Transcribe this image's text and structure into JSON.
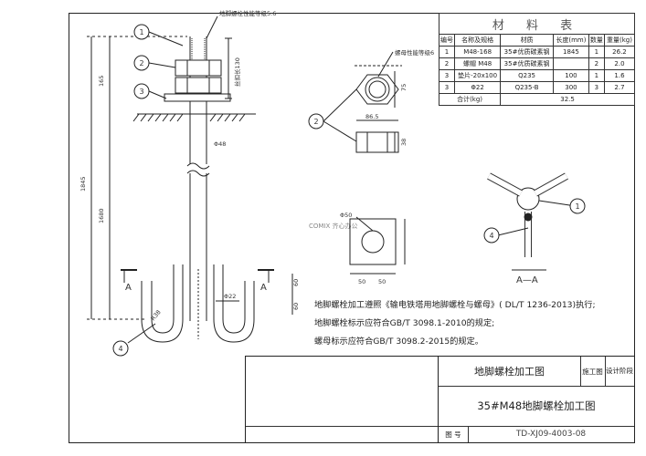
{
  "materials_table": {
    "title": "材 料 表",
    "headers": [
      "编号",
      "名称及规格",
      "材质",
      "长度(mm)",
      "数量",
      "重量(kg)"
    ],
    "rows": [
      [
        "1",
        "M48-168",
        "35#优质碳素钢",
        "1845",
        "1",
        "26.2"
      ],
      [
        "2",
        "螺帽 M48",
        "35#优质碳素钢",
        "",
        "2",
        "2.0"
      ],
      [
        "3",
        "垫片-20x100",
        "Q235",
        "100",
        "1",
        "1.6"
      ],
      [
        "3",
        "Φ22",
        "Q235-B",
        "300",
        "3",
        "2.7"
      ]
    ],
    "total_label": "合计(kg)",
    "total_value": "32.5"
  },
  "drawing": {
    "anchor_note": "地脚螺栓性能等级5.6",
    "nut_note": "螺母性能等级6",
    "dim_165": "165",
    "dim_1845": "1845",
    "dim_1680": "1680",
    "dim_130": "丝扣长130",
    "dim_48": "Φ48",
    "dim_865": "86.5",
    "dim_75": "75",
    "dim_38": "38",
    "dim_50a": "Φ50",
    "dim_50b": "50",
    "dim_50c": "50",
    "dim_60a": "60",
    "dim_60b": "60",
    "dim_22": "Φ22",
    "dim_R": "R38",
    "section_label": "A",
    "section_title": "A—A",
    "callout_1": "1",
    "callout_2": "2",
    "callout_3": "3",
    "callout_4": "4",
    "watermark": "COMIX 齐心办公"
  },
  "notes": [
    "地脚螺栓加工遵照《输电铁塔用地脚螺栓与螺母》( DL/T 1236-2013)执行;",
    "地脚螺栓标示应符合GB/T 3098.1-2010的规定;",
    "螺母标示应符合GB/T 3098.2-2015的规定。"
  ],
  "title_block": {
    "drawing_name": "地脚螺栓加工图",
    "stage_label": "施工图",
    "design_stage": "设计阶段",
    "full_title": "35#M48地脚螺栓加工图",
    "number_label": "图 号",
    "number": "TD-XJ09-4003-08"
  }
}
